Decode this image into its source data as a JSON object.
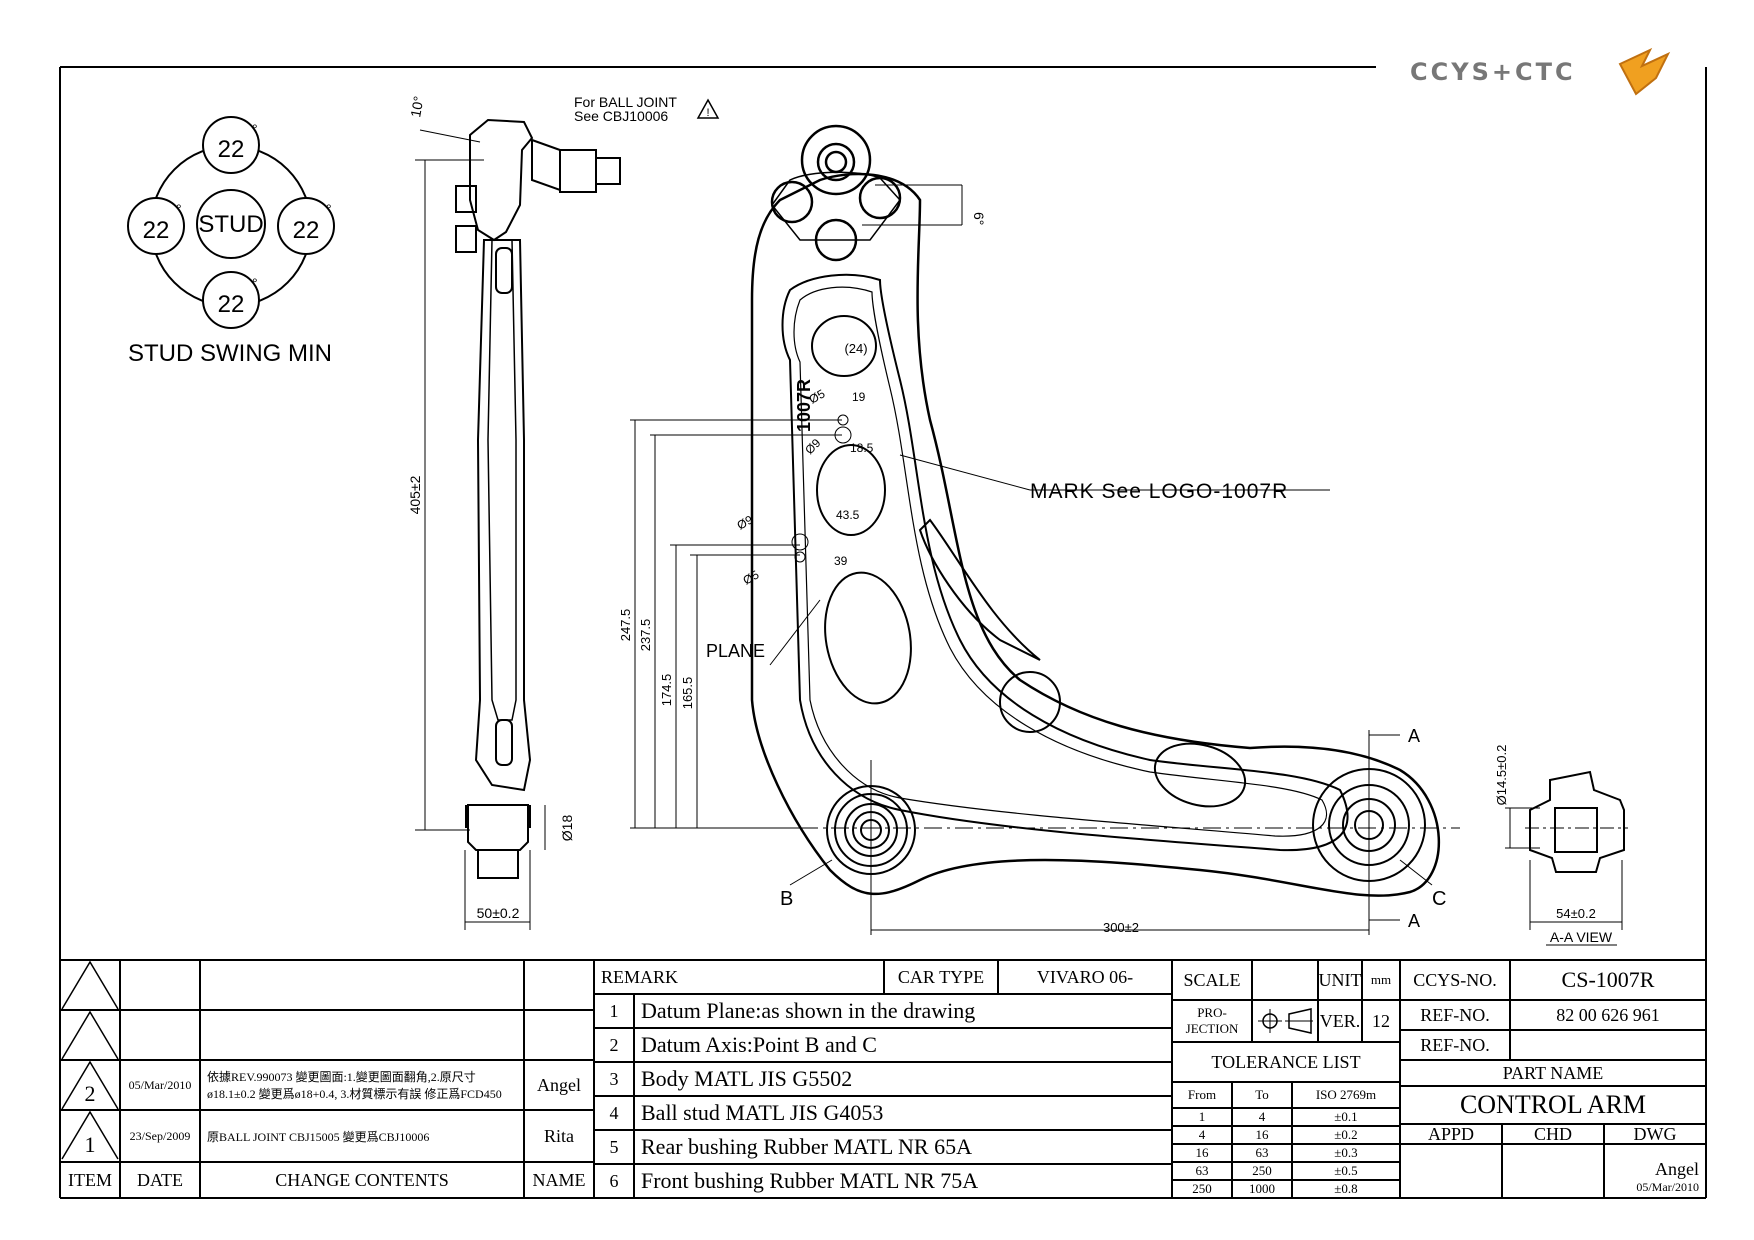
{
  "logo": {
    "text": "CCYS+CTC"
  },
  "stud_swing": {
    "center": "STUD",
    "values": [
      "22",
      "22",
      "22",
      "22"
    ],
    "degree": "°",
    "caption": "STUD SWING MIN"
  },
  "side_view": {
    "note_line1": "For BALL JOINT",
    "note_line2": "See CBJ10006",
    "angle": "10°",
    "height": "405±2",
    "diameter": "Ø18",
    "width": "50±0.2"
  },
  "front_view": {
    "angle": "6°",
    "hole_dim": "(24)",
    "mark_code": "1007R",
    "d5a": "Ø5",
    "d9a": "Ø9",
    "d19": "19",
    "d185": "18.5",
    "mark_note": "MARK See LOGO-1007R",
    "d435": "43.5",
    "d9b": "Ø9",
    "d39": "39",
    "d5b": "Ø5",
    "h2475": "247.5",
    "h2375": "237.5",
    "h1745": "174.5",
    "h1655": "165.5",
    "plane": "PLANE",
    "point_b": "B",
    "point_c": "C",
    "section_a": "A",
    "width": "300±2"
  },
  "aa_view": {
    "diameter": "Ø14.5±0.2",
    "width": "54±0.2",
    "label": "A-A VIEW"
  },
  "revisions": {
    "rows": [
      {
        "item": "",
        "date": "",
        "contents": "",
        "name": ""
      },
      {
        "item": "",
        "date": "",
        "contents": "",
        "name": ""
      },
      {
        "item": "2",
        "date": "05/Mar/2010",
        "contents_line1": "依據REV.990073 變更圖面:1.變更圖面翻角,2.原尺寸",
        "contents_line2": "ø18.1±0.2 變更爲ø18+0.4, 3.材質標示有誤 修正爲FCD450",
        "name": "Angel"
      },
      {
        "item": "1",
        "date": "23/Sep/2009",
        "contents": "原BALL JOINT CBJ15005 變更爲CBJ10006",
        "name": "Rita"
      }
    ],
    "headers": {
      "item": "ITEM",
      "date": "DATE",
      "contents": "CHANGE CONTENTS",
      "name": "NAME"
    }
  },
  "remarks": {
    "title": "REMARK",
    "car_type_label": "CAR TYPE",
    "car_type": "VIVARO 06-",
    "items": [
      {
        "n": "1",
        "text": "Datum Plane:as shown in the drawing"
      },
      {
        "n": "2",
        "text": "Datum Axis:Point B and C"
      },
      {
        "n": "3",
        "text": "Body MATL JIS G5502"
      },
      {
        "n": "4",
        "text": "Ball stud MATL JIS G4053"
      },
      {
        "n": "5",
        "text": "Rear bushing Rubber MATL NR 65A"
      },
      {
        "n": "6",
        "text": "Front bushing Rubber MATL NR 75A"
      }
    ]
  },
  "title_block": {
    "scale_label": "SCALE",
    "scale": "",
    "unit_label": "UNIT",
    "unit": "mm",
    "projection_label": "PRO-\nJECTION",
    "ver_label": "VER.",
    "ver": "12",
    "tolerance_title": "TOLERANCE LIST",
    "tol_headers": [
      "From",
      "To",
      "ISO 2769m"
    ],
    "tolerances": [
      [
        "1",
        "4",
        "±0.1"
      ],
      [
        "4",
        "16",
        "±0.2"
      ],
      [
        "16",
        "63",
        "±0.3"
      ],
      [
        "63",
        "250",
        "±0.5"
      ],
      [
        "250",
        "1000",
        "±0.8"
      ]
    ],
    "ccys_no_label": "CCYS-NO.",
    "ccys_no": "CS-1007R",
    "ref_no_label": "REF-NO.",
    "ref_no": "82 00 626 961",
    "ref_no2_label": "REF-NO.",
    "ref_no2": "",
    "part_name_label": "PART NAME",
    "part_name": "CONTROL ARM",
    "appd_label": "APPD",
    "chd_label": "CHD",
    "dwg_label": "DWG",
    "dwg_name": "Angel",
    "dwg_date": "05/Mar/2010"
  }
}
